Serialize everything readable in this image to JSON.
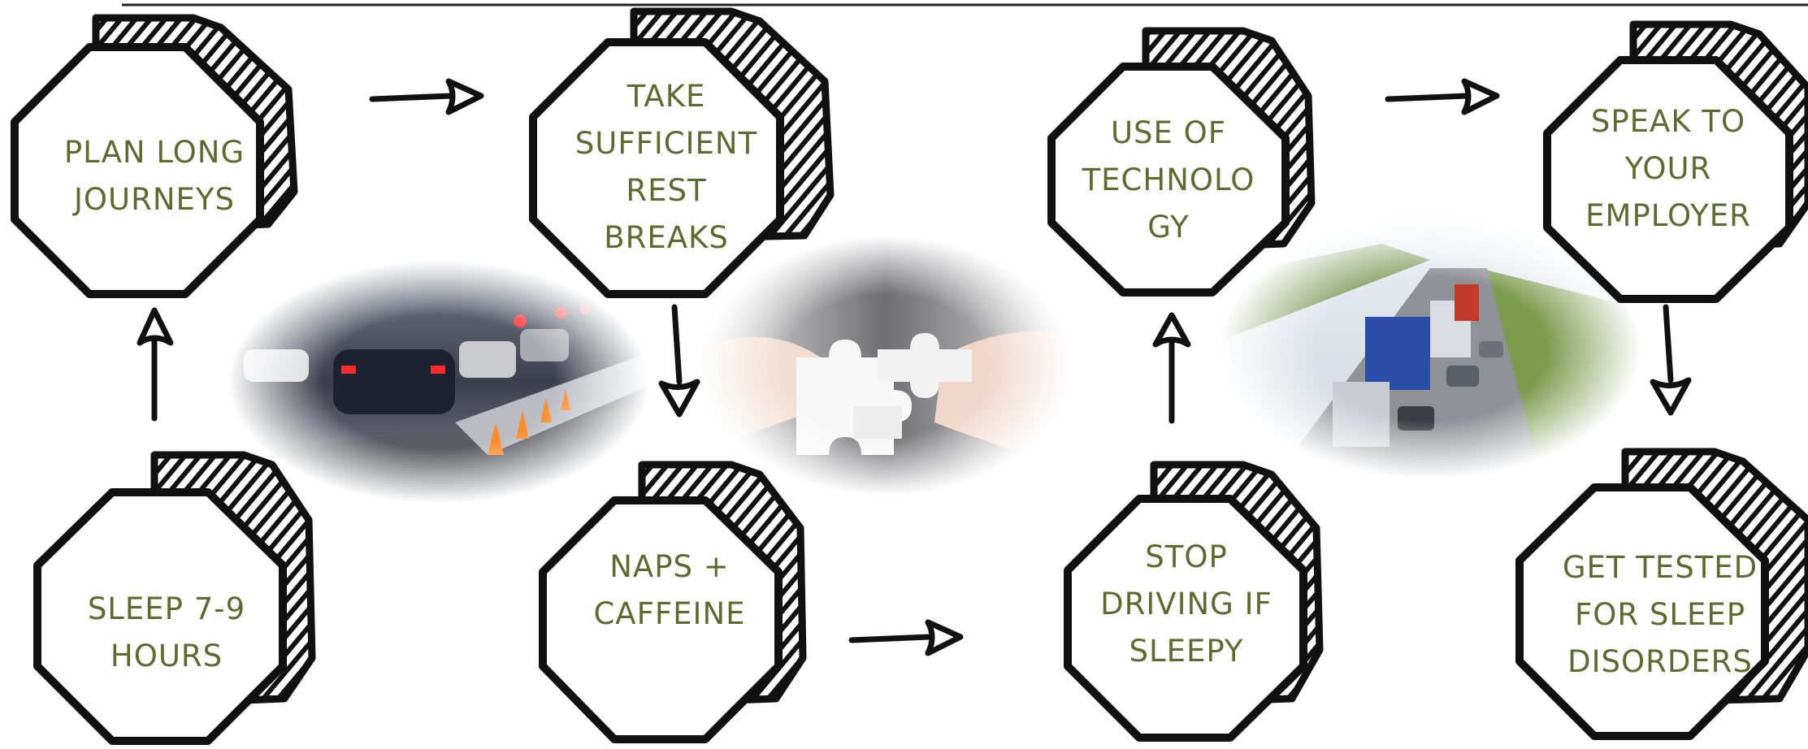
{
  "colors": {
    "text": "#5c6b2e",
    "outline": "#111111",
    "background": "#ffffff",
    "top_rule": "#222222"
  },
  "steps": [
    {
      "id": "plan",
      "label": "PLAN LONG\nJOURNEYS"
    },
    {
      "id": "rest",
      "label": "TAKE\nSUFFICIENT\nREST\nBREAKS"
    },
    {
      "id": "tech",
      "label": "USE OF\nTECHNOLO\nGY"
    },
    {
      "id": "employer",
      "label": "SPEAK TO\nYOUR\nEMPLOYER"
    },
    {
      "id": "sleep",
      "label": "SLEEP 7-9\nHOURS"
    },
    {
      "id": "naps",
      "label": "NAPS +\nCAFFEINE"
    },
    {
      "id": "stop",
      "label": "STOP\nDRIVING IF\nSLEEPY"
    },
    {
      "id": "tested",
      "label": "GET TESTED\nFOR SLEEP\nDISORDERS"
    }
  ],
  "connections": [
    {
      "from": "sleep",
      "to": "plan"
    },
    {
      "from": "plan",
      "to": "rest"
    },
    {
      "from": "rest",
      "to": "naps"
    },
    {
      "from": "naps",
      "to": "stop"
    },
    {
      "from": "stop",
      "to": "tech"
    },
    {
      "from": "tech",
      "to": "employer"
    },
    {
      "from": "employer",
      "to": "tested"
    }
  ],
  "photos": [
    {
      "name": "night-traffic-photo"
    },
    {
      "name": "puzzle-hands-photo"
    },
    {
      "name": "highway-trucks-photo"
    }
  ]
}
